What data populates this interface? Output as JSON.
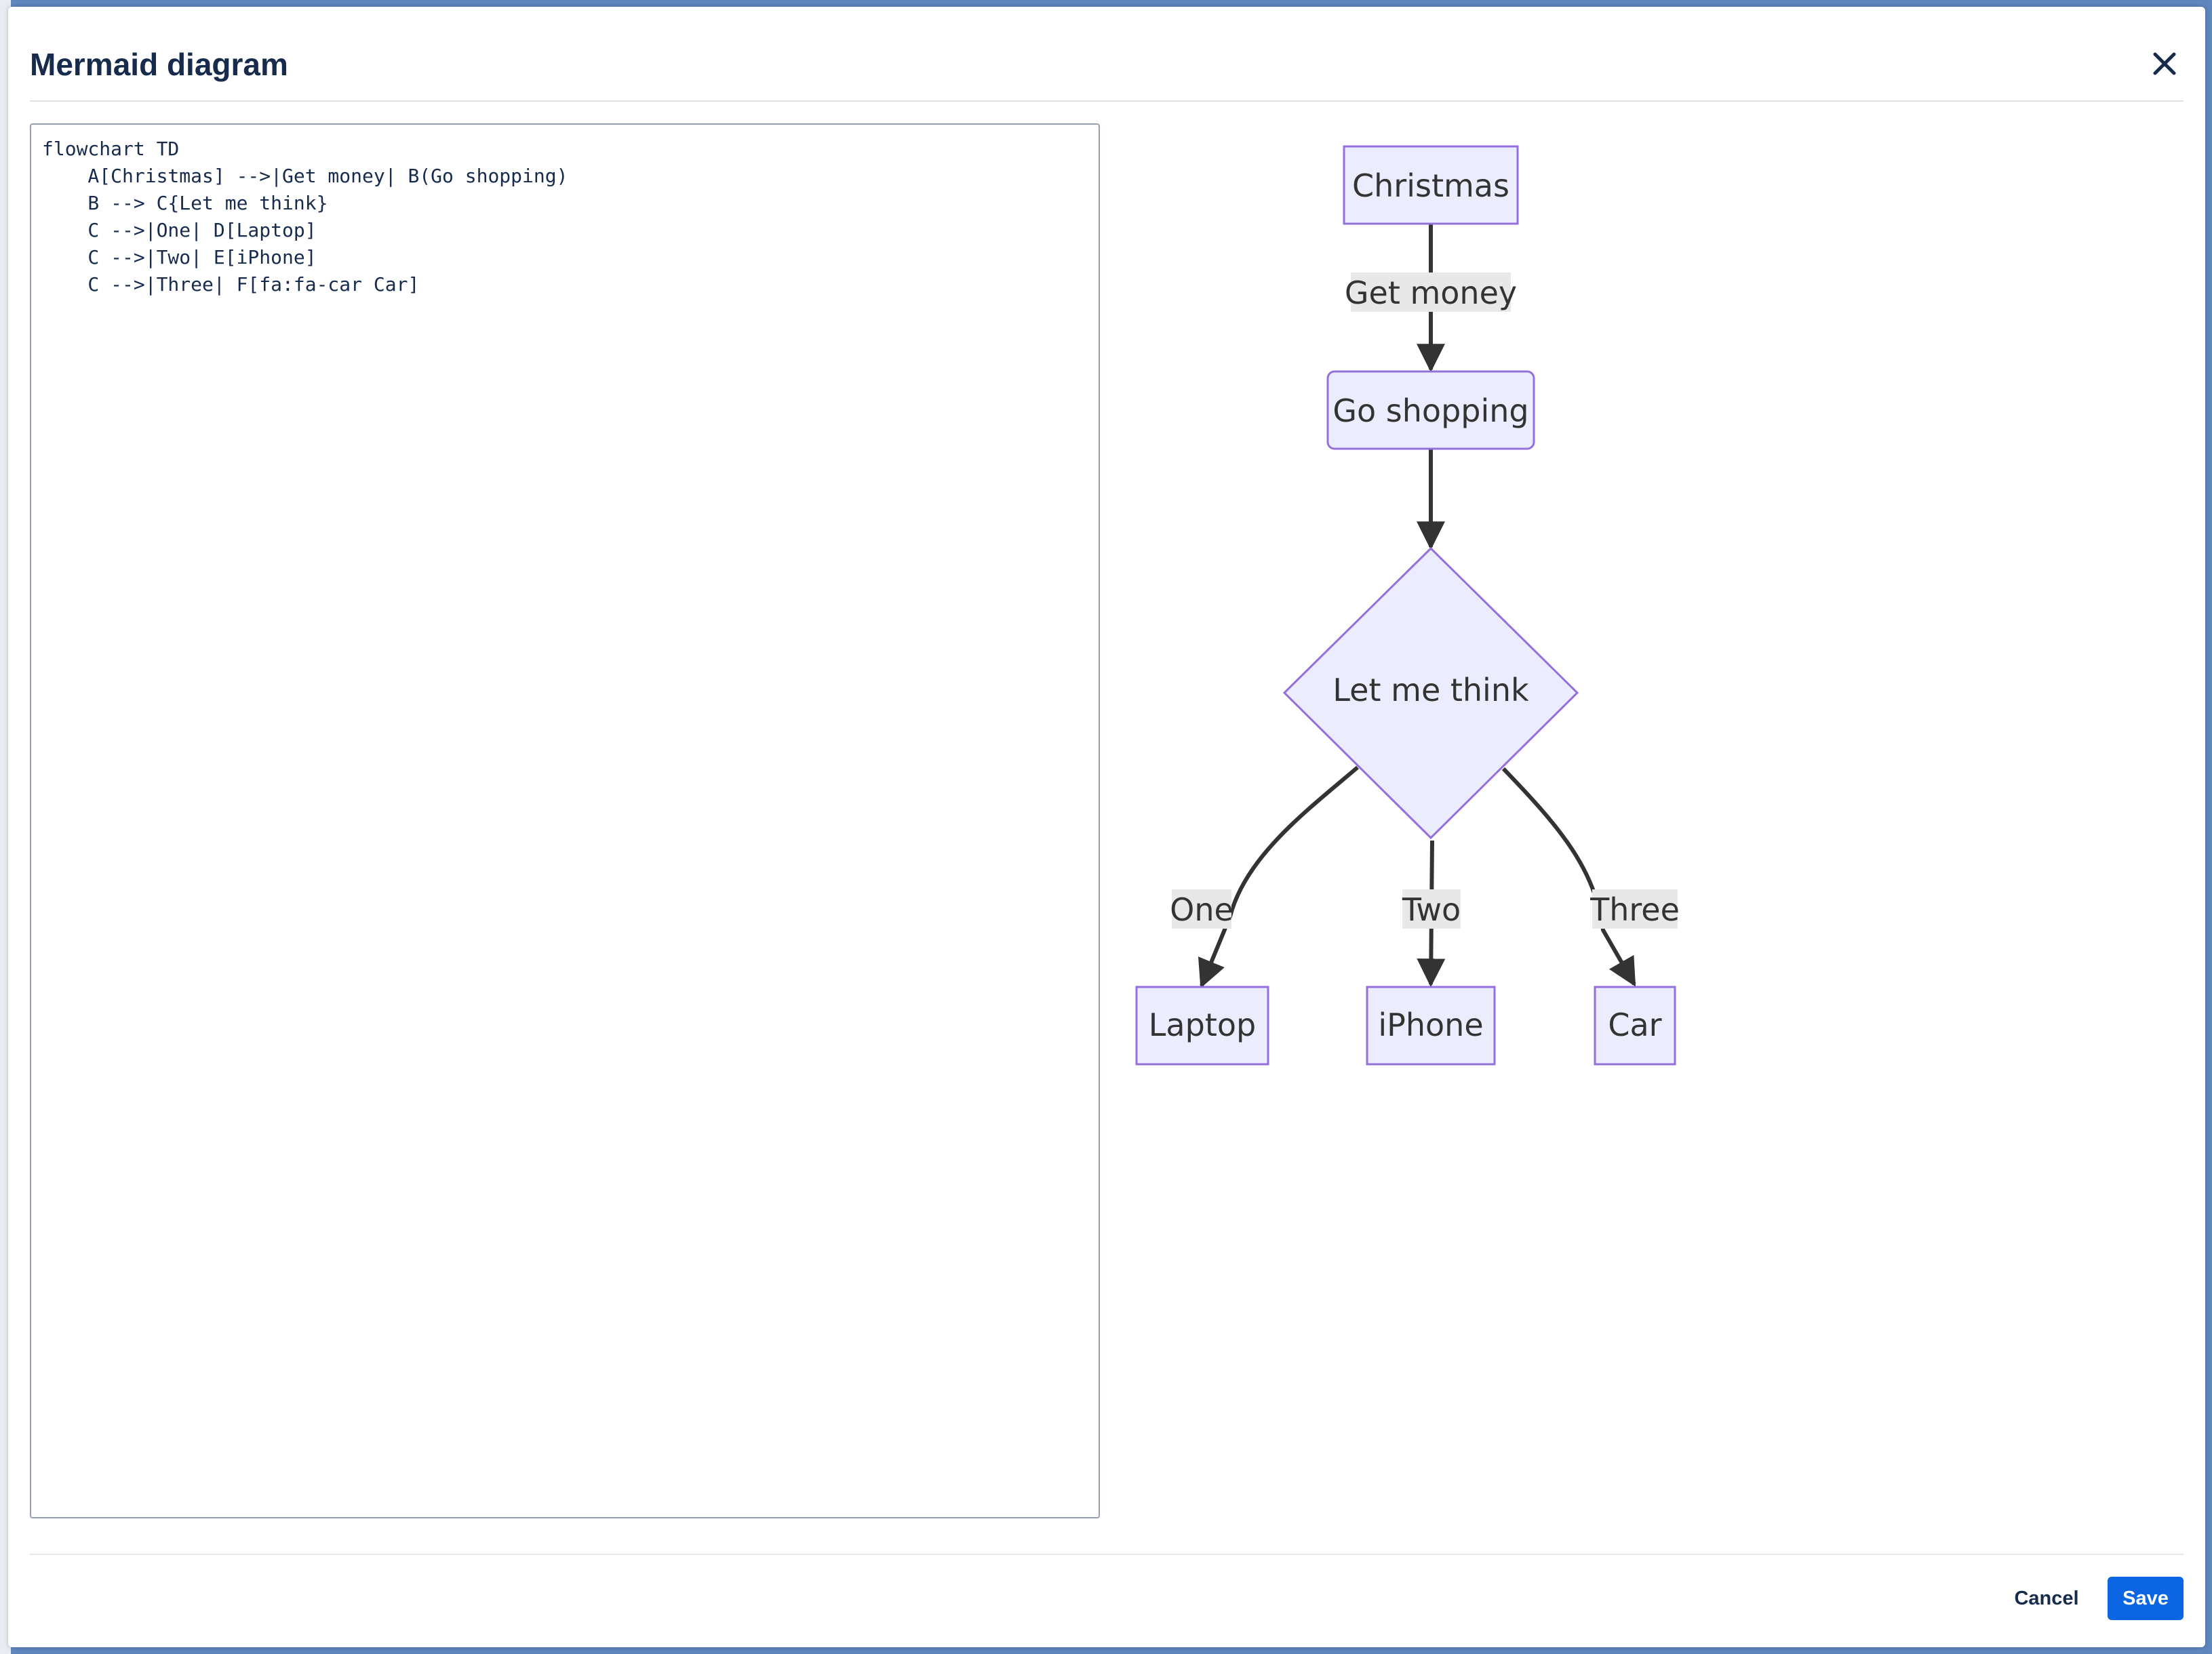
{
  "dialog": {
    "title": "Mermaid diagram",
    "close_icon": "close-icon",
    "cancel_label": "Cancel",
    "save_label": "Save",
    "accent_color": "#0c66e4"
  },
  "editor": {
    "code": "flowchart TD\n    A[Christmas] -->|Get money| B(Go shopping)\n    B --> C{Let me think}\n    C -->|One| D[Laptop]\n    C -->|Two| E[iPhone]\n    C -->|Three| F[fa:fa-car Car]"
  },
  "diagram": {
    "node_fill": "#ececff",
    "node_stroke": "#9370db",
    "edge_color": "#333333",
    "nodes": {
      "christmas": "Christmas",
      "go_shopping": "Go shopping",
      "let_me_think": "Let me think",
      "laptop": "Laptop",
      "iphone": "iPhone",
      "car": "Car"
    },
    "edge_labels": {
      "get_money": "Get money",
      "one": "One",
      "two": "Two",
      "three": "Three"
    }
  }
}
